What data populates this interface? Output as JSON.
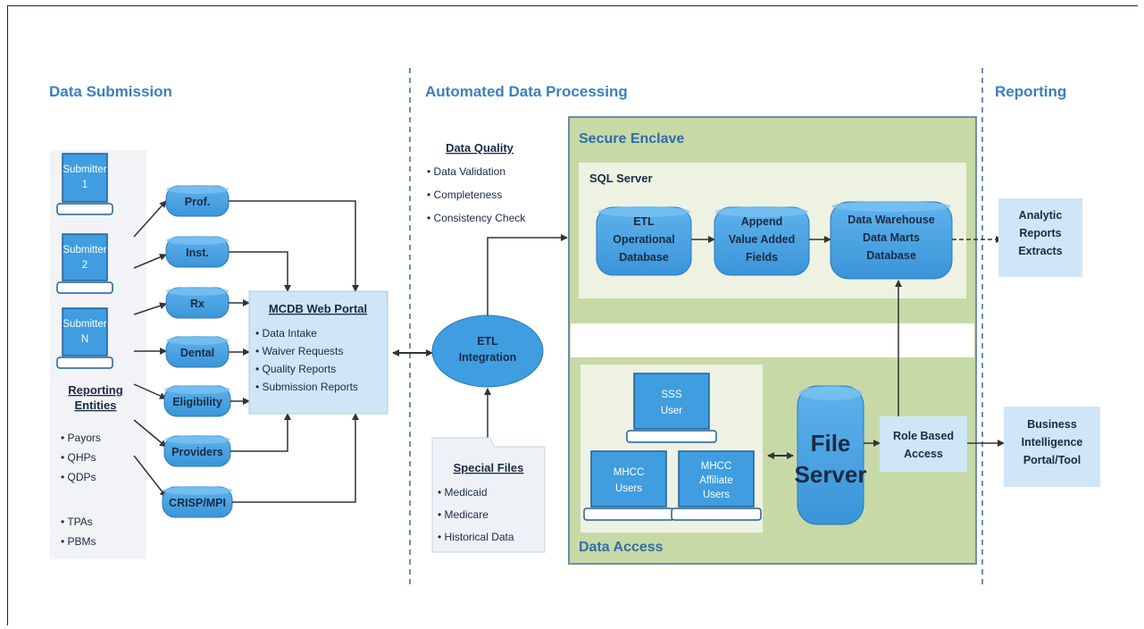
{
  "sections": {
    "submission": "Data Submission",
    "processing": "Automated Data Processing",
    "reporting": "Reporting"
  },
  "submitters": [
    {
      "line1": "Submitter",
      "line2": "1"
    },
    {
      "line1": "Submitter",
      "line2": "2"
    },
    {
      "line1": "Submitter",
      "line2": "N"
    }
  ],
  "file_types": [
    "Prof.",
    "Inst.",
    "Rx",
    "Dental",
    "Eligibility",
    "Providers",
    "CRISP/MPI"
  ],
  "reporting_entities": {
    "title_line1": "Reporting",
    "title_line2": "Entities",
    "items": [
      "• Payors",
      "• QHPs",
      "• QDPs",
      "• TPAs",
      "• PBMs"
    ]
  },
  "web_portal": {
    "title": "MCDB Web Portal",
    "items": [
      "• Data Intake",
      "• Waiver Requests",
      "• Quality Reports",
      "• Submission Reports"
    ]
  },
  "data_quality": {
    "title": "Data Quality",
    "items": [
      "• Data Validation",
      "• Completeness",
      "• Consistency Check"
    ]
  },
  "etl_integration": {
    "line1": "ETL",
    "line2": "Integration"
  },
  "special_files": {
    "title": "Special Files",
    "items": [
      "• Medicaid",
      "• Medicare",
      "• Historical Data"
    ]
  },
  "secure_enclave": {
    "title": "Secure Enclave",
    "sql_server": "SQL Server",
    "etl_db": [
      "ETL",
      "Operational",
      "Database"
    ],
    "append": [
      "Append",
      "Value Added",
      "Fields"
    ],
    "warehouse": [
      "Data Warehouse",
      "Data Marts",
      "Database"
    ],
    "data_access": "Data Access",
    "sss_user": [
      "SSS",
      "User"
    ],
    "mhcc_users": [
      "MHCC",
      "Users"
    ],
    "mhcc_affiliate": [
      "MHCC",
      "Affiliate",
      "Users"
    ],
    "file_server": [
      "File",
      "Server"
    ],
    "role_access": [
      "Role Based",
      "Access"
    ]
  },
  "reporting_outputs": {
    "analytic": [
      "Analytic",
      "Reports",
      "Extracts"
    ],
    "bi": [
      "Business",
      "Intelligence",
      "Portal/Tool"
    ]
  },
  "colors": {
    "node_blue": "#3f9de0",
    "light_blue_box": "#cfe6f7",
    "enclave_green": "#c8d9a8",
    "sql_panel": "#eef2e2",
    "section_title": "#3b7fc0",
    "divider": "#6a8fb8"
  }
}
